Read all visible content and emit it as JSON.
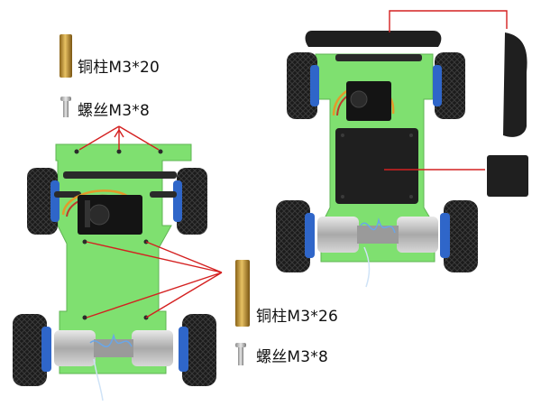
{
  "labels": {
    "standoff_short": "铜柱M3*20",
    "screw_top": "螺丝M3*8",
    "standoff_long": "铜柱M3*26",
    "screw_bottom": "螺丝M3*8"
  },
  "colors": {
    "chassis_green": "#7fe070",
    "tire": "#1b1b1b",
    "rim_blue": "#2f66c9",
    "brass": "#c99a3a",
    "leader_line": "#d42020",
    "plate": "#1f1f1f"
  }
}
